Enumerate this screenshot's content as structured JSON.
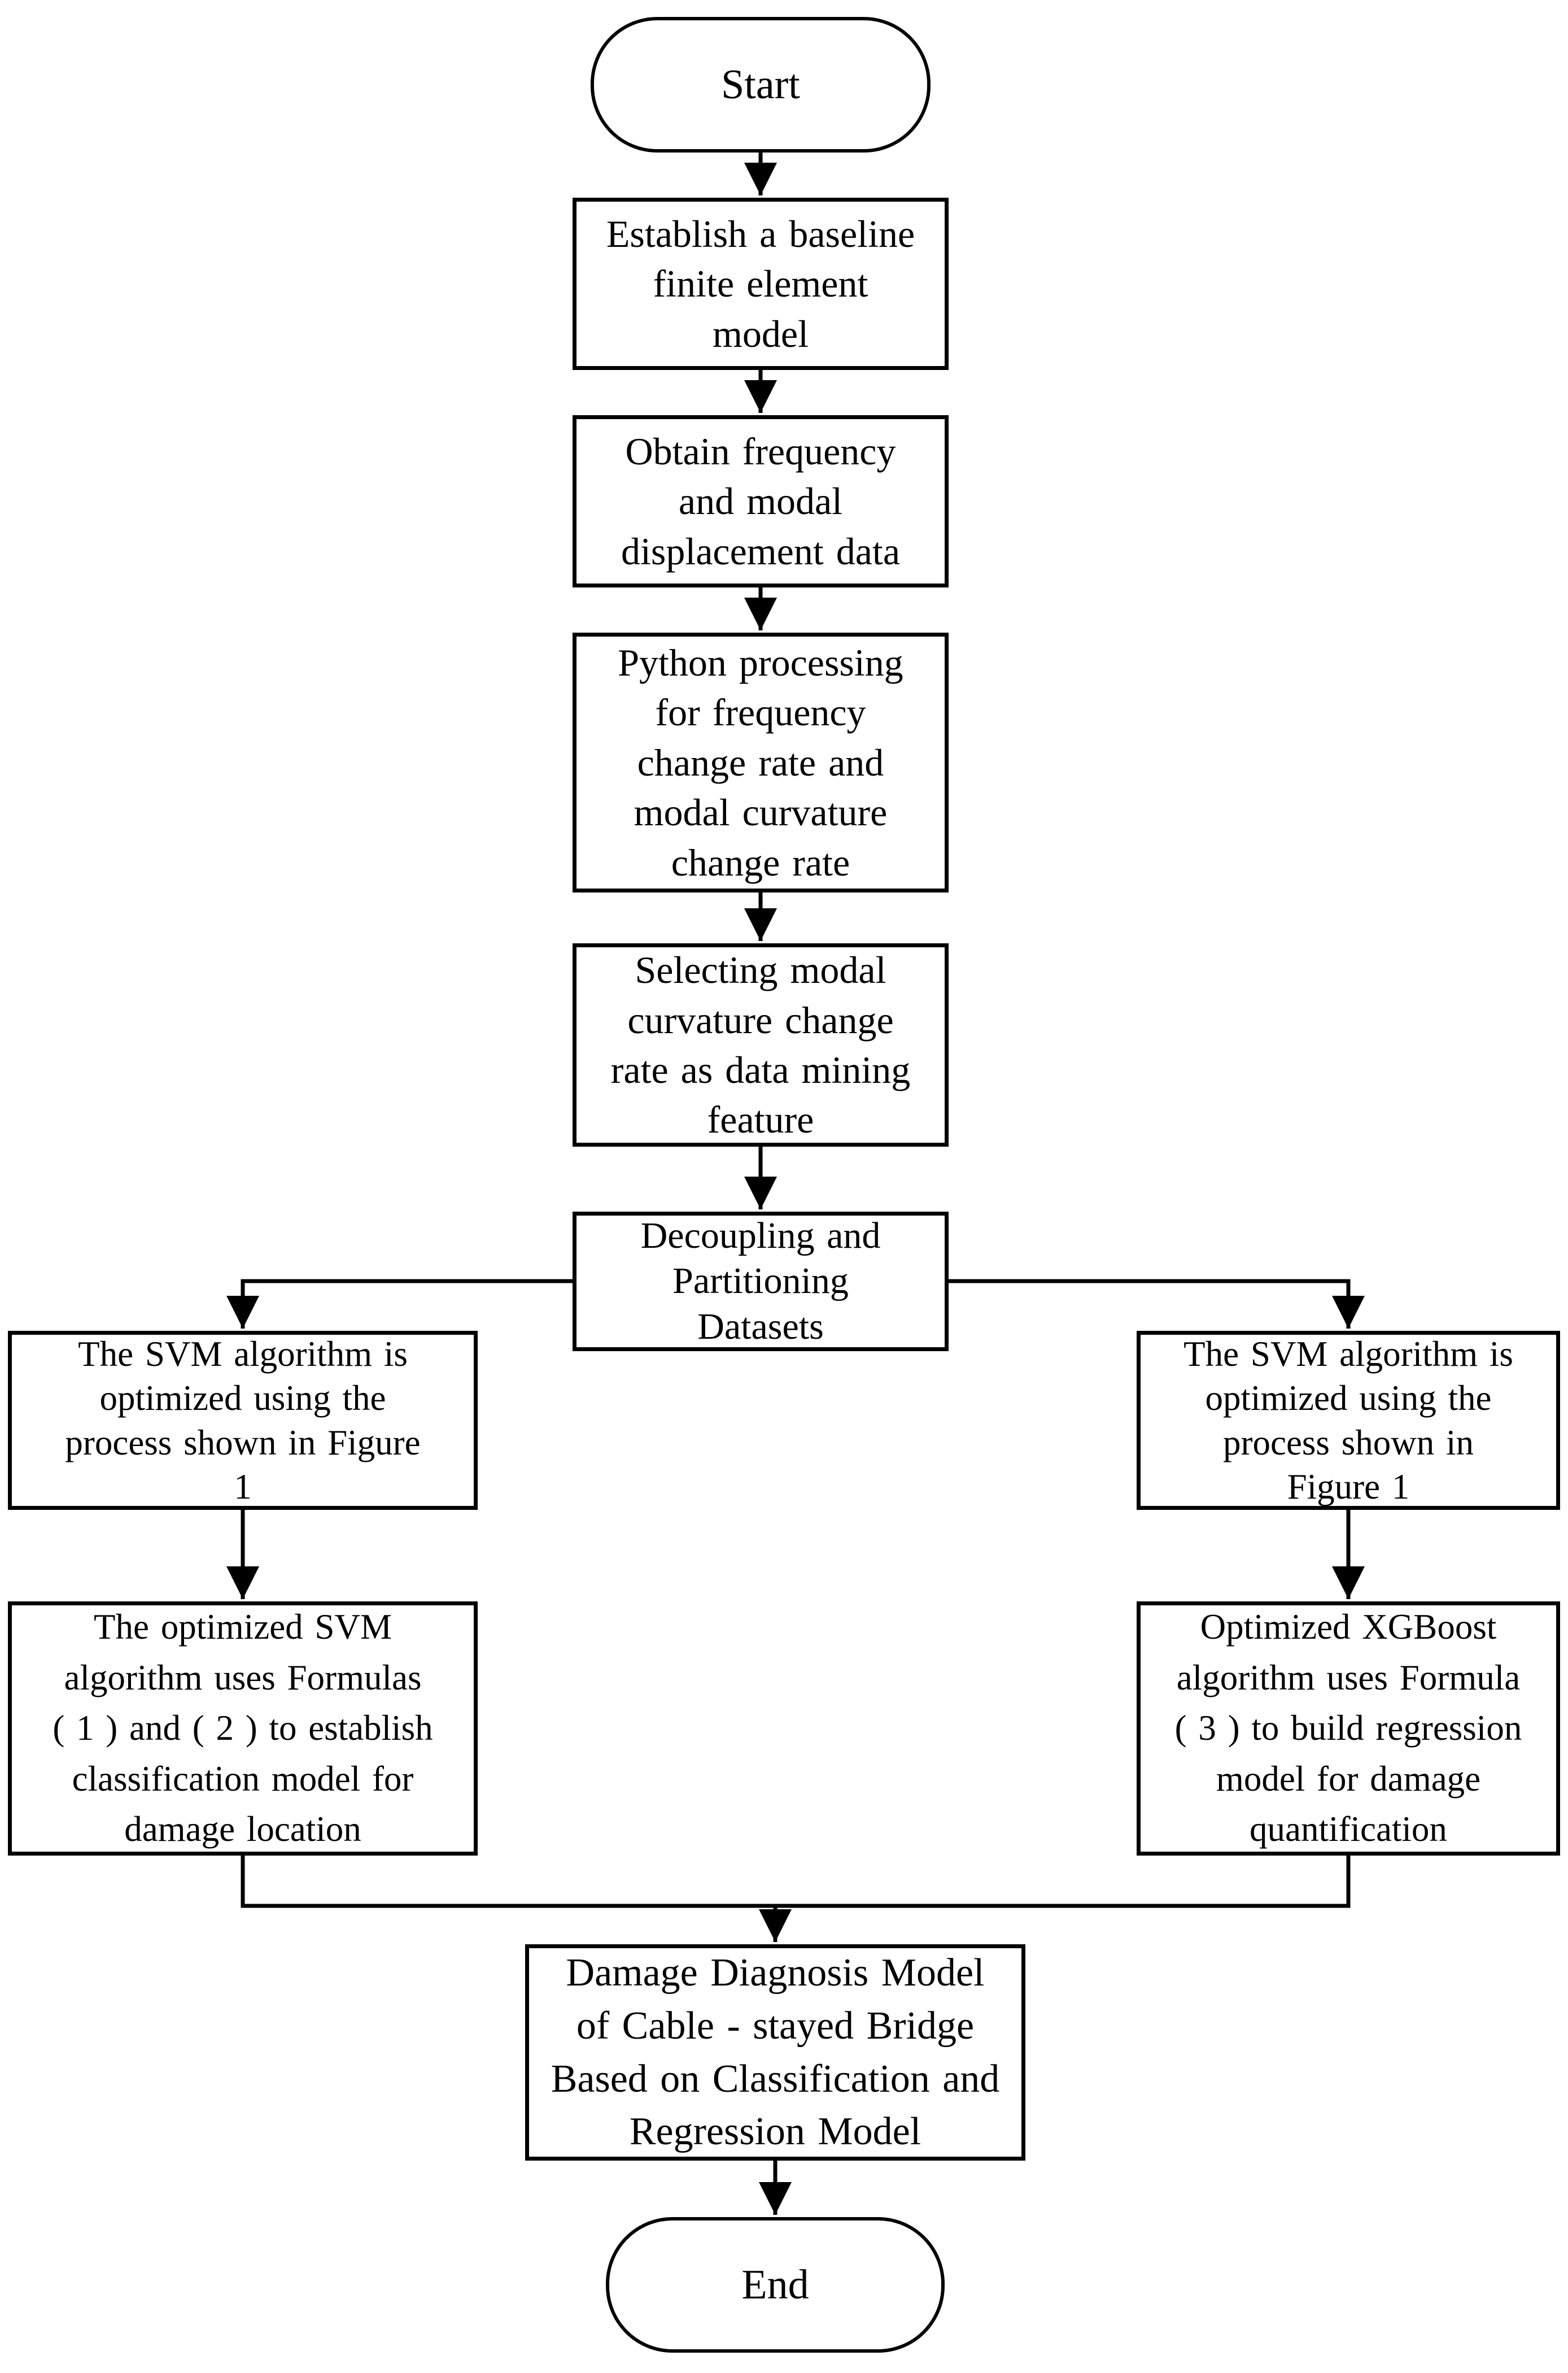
{
  "figure": {
    "type": "flowchart",
    "background_color": "#ffffff",
    "line_color": "#000000",
    "text_color": "#000000",
    "node_fill": "#ffffff"
  },
  "nodes": {
    "start": {
      "type": "terminator",
      "label": "Start"
    },
    "establish_model": {
      "type": "process",
      "label": "Establish a baseline\nfinite element\nmodel"
    },
    "obtain_data": {
      "type": "process",
      "label": "Obtain frequency\nand modal\ndisplacement data"
    },
    "python_processing": {
      "type": "process",
      "label": "Python processing\nfor frequency\nchange rate and\nmodal curvature\nchange rate"
    },
    "select_feature": {
      "type": "process",
      "label": "Selecting modal\ncurvature change\nrate as data mining\nfeature"
    },
    "decouple_partition": {
      "type": "process",
      "label": "Decoupling and\nPartitioning\nDatasets"
    },
    "svm_optimize_left": {
      "type": "process",
      "label": "The SVM algorithm is\noptimized using the\nprocess shown in Figure\n1"
    },
    "svm_optimize_right": {
      "type": "process",
      "label": "The SVM algorithm is\noptimized using the\nprocess shown in\nFigure 1"
    },
    "svm_classification": {
      "type": "process",
      "label": "The optimized SVM\nalgorithm uses Formulas\n( 1 ) and ( 2 ) to establish\nclassification model for\ndamage location"
    },
    "xgboost_regression": {
      "type": "process",
      "label": "Optimized XGBoost\nalgorithm uses Formula\n( 3 ) to build regression\nmodel for damage\nquantification"
    },
    "damage_diagnosis": {
      "type": "process",
      "label": "Damage Diagnosis Model\nof Cable - stayed Bridge\nBased on Classification and\nRegression Model"
    },
    "end": {
      "type": "terminator",
      "label": "End"
    }
  }
}
